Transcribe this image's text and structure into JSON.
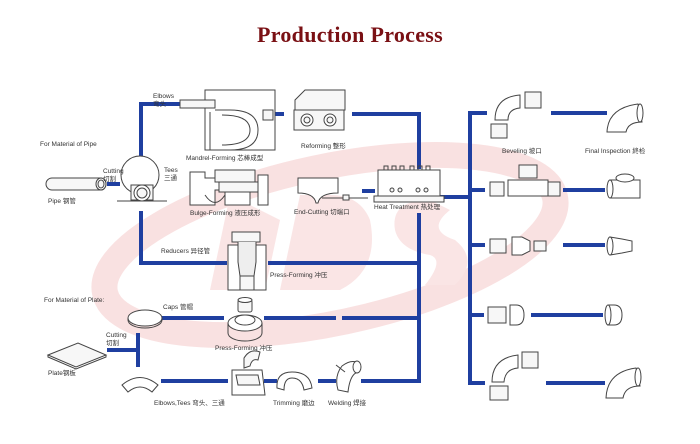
{
  "title": "Production Process",
  "colors": {
    "title": "#7a1014",
    "flow_line": "#1f3fa0",
    "watermark": "#f7d4d4",
    "outline": "#444444"
  },
  "watermark": {
    "text": "CDS"
  },
  "sections": {
    "pipe": {
      "label": "For Material of Pipe",
      "raw_material": "Pipe 钢管",
      "cutting": [
        "Cutting",
        "切割"
      ],
      "branches": {
        "elbows": [
          "Elbows",
          "弯头"
        ],
        "tees": [
          "Tees",
          "三通"
        ],
        "reducers": "Reducers 异径管"
      },
      "steps": {
        "mandrel_forming": "Mandrel-Forming 芯棒成型",
        "reforming": "Reforming 整形",
        "bulge_forming": "Bulge-Forming 液压成形",
        "end_cutting": "End-Cutting 切端口",
        "heat_treatment": "Heat Treatment 热处理",
        "press_forming": "Press-Forming 冲压"
      }
    },
    "plate": {
      "label": "For Material of Plate:",
      "raw_material": "Plate钢板",
      "cutting": [
        "Cutting",
        "切割"
      ],
      "branches": {
        "caps": "Caps 管帽",
        "elbows_tees": "Elbows,Tees 弯头、三通"
      },
      "steps": {
        "press_forming": "Press-Forming 冲压",
        "trimming": "Trimming 磨边",
        "welding": "Welding 焊接"
      }
    },
    "finishing": {
      "beveling": "Beveling 坡口",
      "final_inspection": "Final Inspection 終检",
      "products": [
        "elbow",
        "tee",
        "reducer",
        "cap",
        "elbow-long-radius"
      ]
    }
  }
}
